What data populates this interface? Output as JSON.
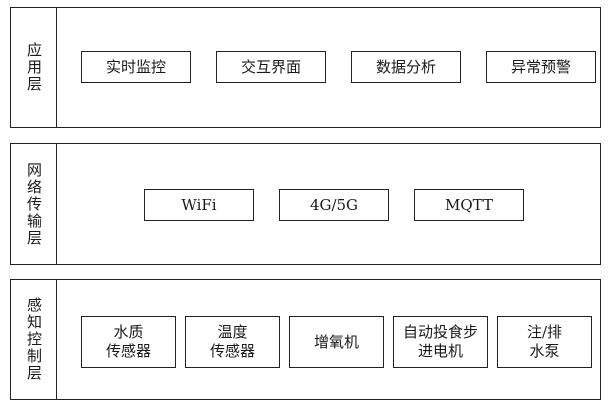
{
  "layers": [
    {
      "label": "应用层",
      "boxes": [
        "实时监控",
        "交互界面",
        "数据分析",
        "异常预警"
      ]
    },
    {
      "label": "网络传输层",
      "boxes": [
        "WiFi",
        "4G/5G",
        "MQTT"
      ]
    },
    {
      "label": "感知控制层",
      "boxes": [
        "水质\n传感器",
        "温度\n传感器",
        "增氧机",
        "自动投食步\n进电机",
        "注/排\n水泵"
      ]
    }
  ]
}
